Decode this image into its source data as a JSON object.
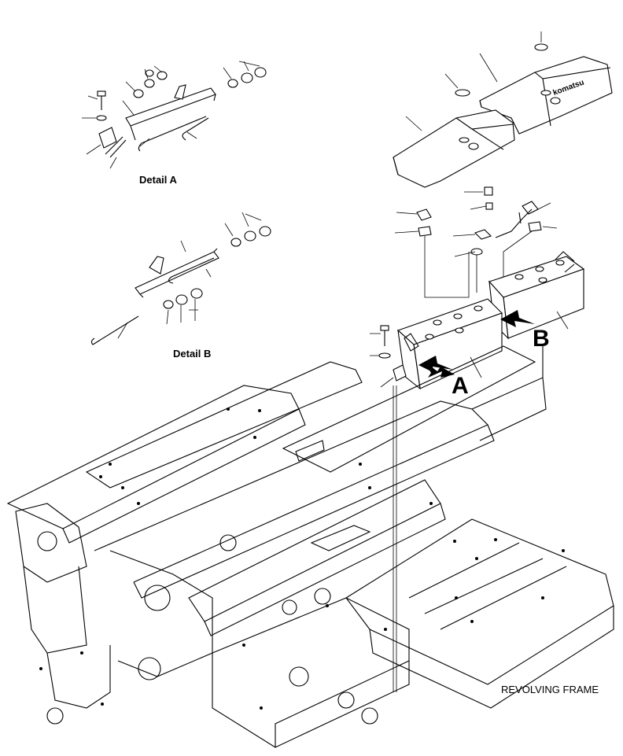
{
  "labels": {
    "detail_a": "Detail A",
    "detail_b": "Detail B",
    "arrow_a": "A",
    "arrow_b": "B",
    "revolving_frame": "REVOLVING FRAME",
    "cover_brand": "komatsu"
  },
  "icons": {
    "arrow_a": "bold-arrow-icon",
    "arrow_b": "bold-arrow-icon"
  }
}
